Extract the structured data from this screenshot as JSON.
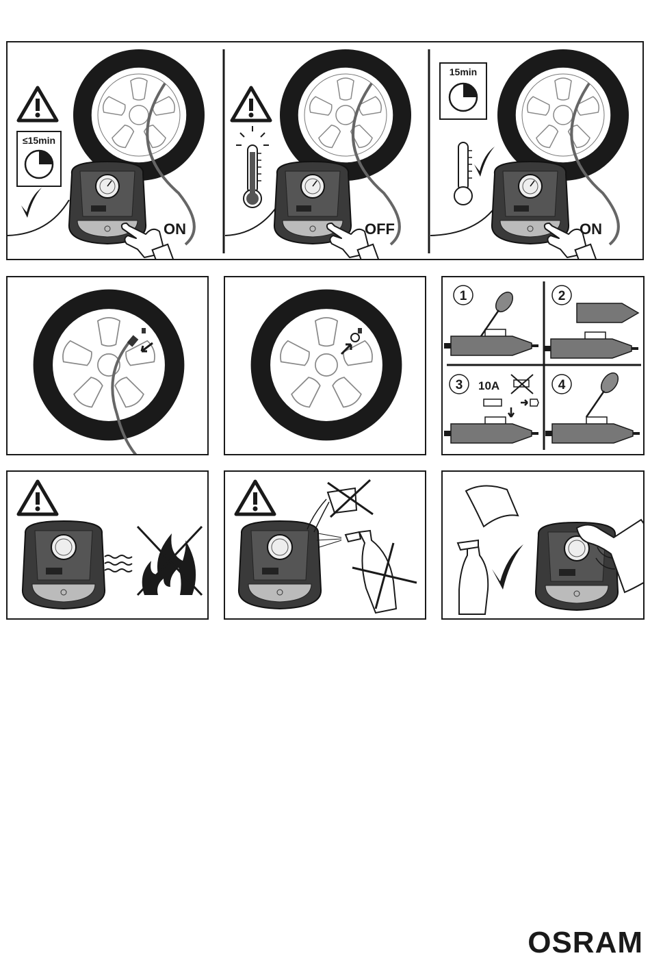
{
  "panels": {
    "p1": {
      "time": "≤15min",
      "switch": "ON"
    },
    "p2": {
      "switch": "OFF"
    },
    "p3": {
      "time": "15min",
      "switch": "ON"
    },
    "fuse": {
      "step1": "1",
      "step2": "2",
      "step3": "3",
      "step4": "4",
      "rating": "10A"
    }
  },
  "brand": {
    "logo_text": "OSRAM"
  },
  "icons": [
    "warning-triangle-icon",
    "timer-icon",
    "thermometer-icon",
    "checkmark-icon",
    "hand-press-icon",
    "cross-icon",
    "fire-icon",
    "spray-bottle-icon",
    "cloth-icon"
  ]
}
